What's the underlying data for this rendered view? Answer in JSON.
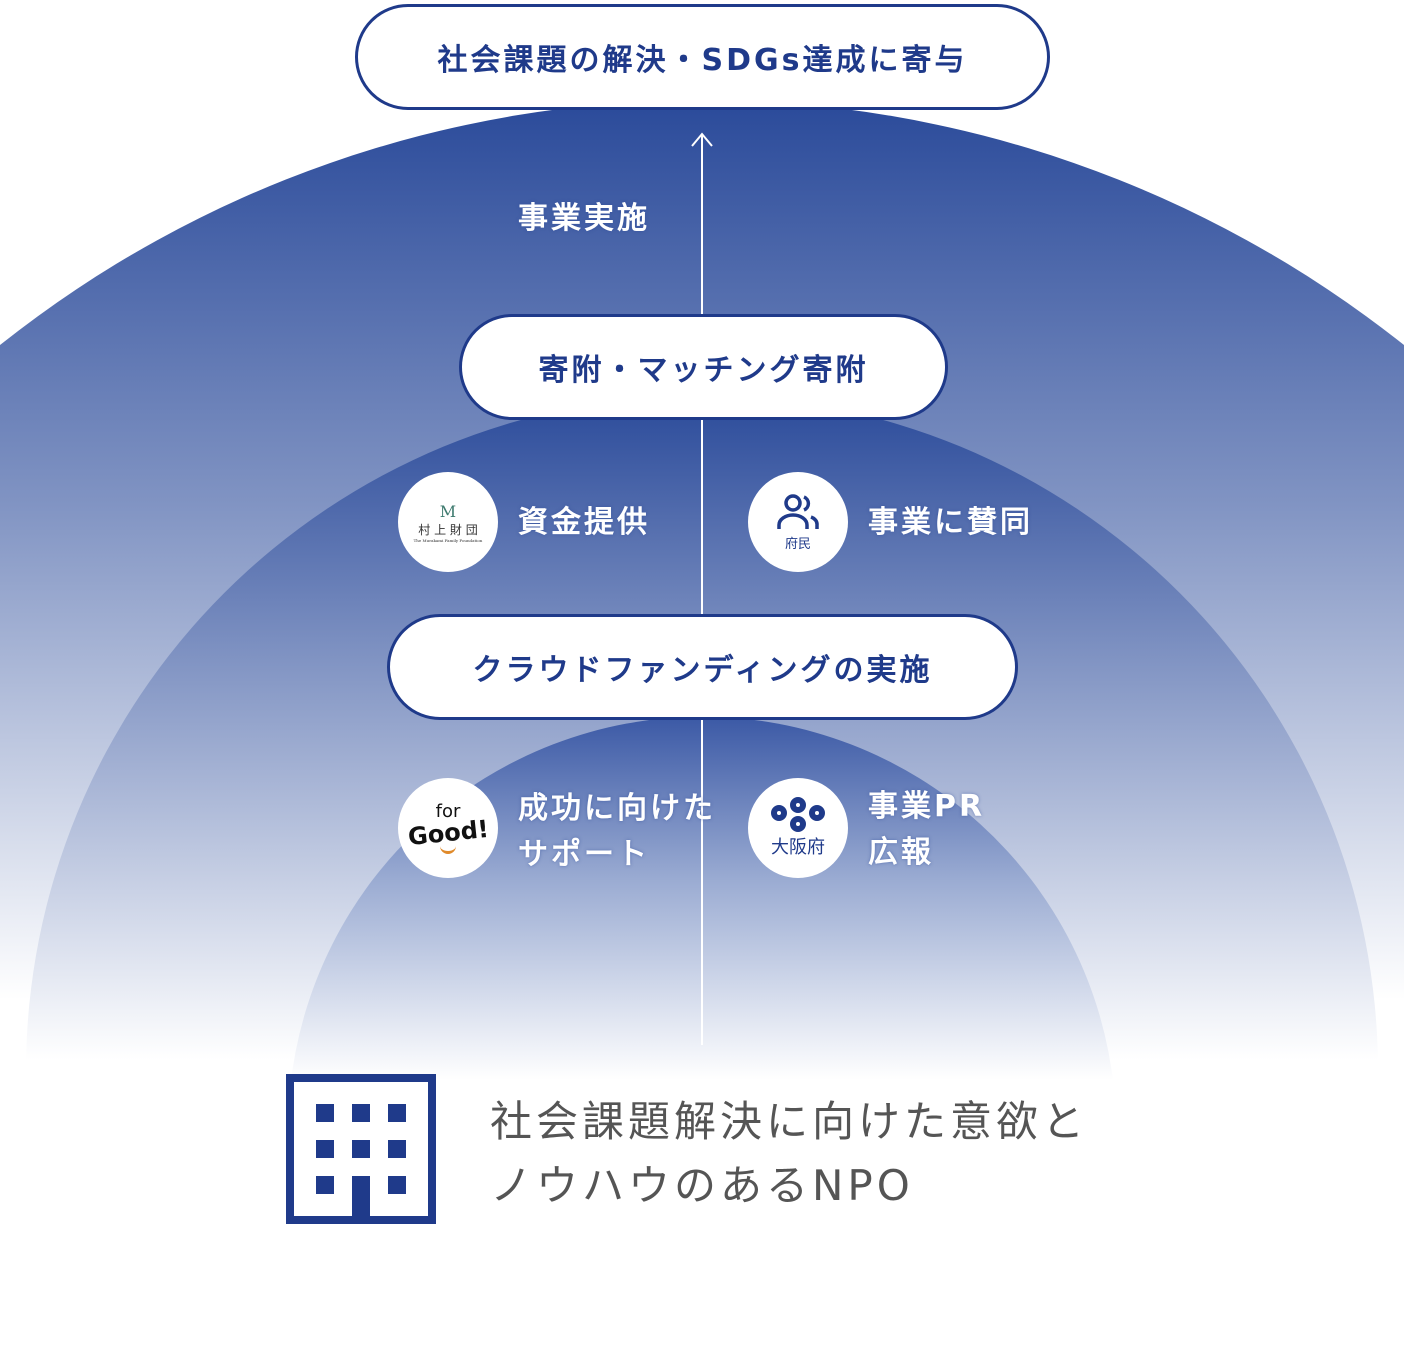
{
  "top_goal": "社会課題の解決・SDGs達成に寄与",
  "arrow_label": "事業実施",
  "donation": "寄附・マッチング寄附",
  "crowdfunding": "クラウドファンディングの実施",
  "partners": [
    {
      "logo_main": "村 上 財 団",
      "logo_sub": "The Murakami Family Foundation",
      "logo_mark": "M",
      "label": "資金提供"
    },
    {
      "logo_main": "府民",
      "label": "事業に賛同"
    },
    {
      "logo_main": "Good!",
      "logo_top": "for",
      "label_lines": [
        "成功に向けた",
        "サポート"
      ]
    },
    {
      "logo_main": "大阪府",
      "label_lines": [
        "事業PR",
        "広報"
      ]
    }
  ],
  "npo_lines": [
    "社会課題解決に向けた意欲と",
    "ノウハウのあるNPO"
  ],
  "colors": {
    "navy": "#1f3a8a",
    "arc_top": "#2a4a9a"
  }
}
